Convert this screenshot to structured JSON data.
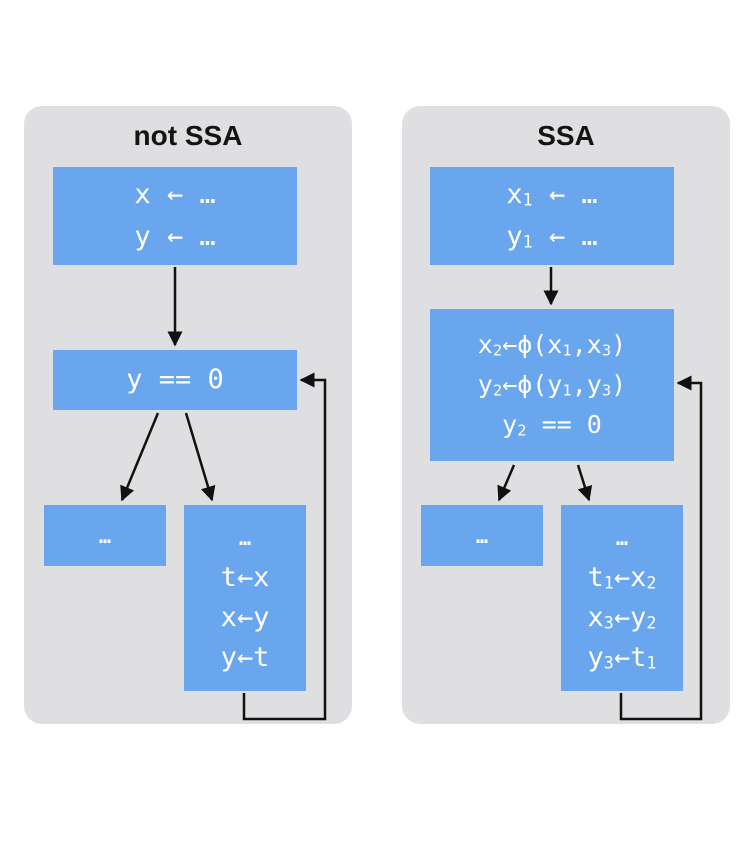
{
  "left_panel": {
    "title": "not SSA",
    "entry_block": [
      "x ← …",
      "y ← …"
    ],
    "condition_block": "y == 0",
    "else_block": "…",
    "loop_block": [
      "…",
      "t←x",
      "x←y",
      "y←t"
    ]
  },
  "right_panel": {
    "title": "SSA",
    "entry_block": [
      {
        "base": "x",
        "sub": "1",
        "rest": " ← …"
      },
      {
        "base": "y",
        "sub": "1",
        "rest": " ← …"
      }
    ],
    "phi_block": [
      {
        "a": "x",
        "as": "2",
        "b": "←ϕ(x",
        "bs": "1",
        "c": ",x",
        "cs": "3",
        "d": ")"
      },
      {
        "a": "y",
        "as": "2",
        "b": "←ϕ(y",
        "bs": "1",
        "c": ",y",
        "cs": "3",
        "d": ")"
      },
      {
        "a": "y",
        "as": "2",
        "b": " == 0",
        "bs": "",
        "c": "",
        "cs": "",
        "d": ""
      }
    ],
    "else_block": "…",
    "loop_block": [
      {
        "a": "…",
        "as": "",
        "b": "",
        "bs": ""
      },
      {
        "a": "t",
        "as": "1",
        "b": "←x",
        "bs": "2"
      },
      {
        "a": "x",
        "as": "3",
        "b": "←y",
        "bs": "2"
      },
      {
        "a": "y",
        "as": "3",
        "b": "←t",
        "bs": "1"
      }
    ]
  },
  "colors": {
    "block_fill": "#6aa6ee",
    "panel_fill": "#dfdfe1",
    "arrow": "#111111"
  }
}
